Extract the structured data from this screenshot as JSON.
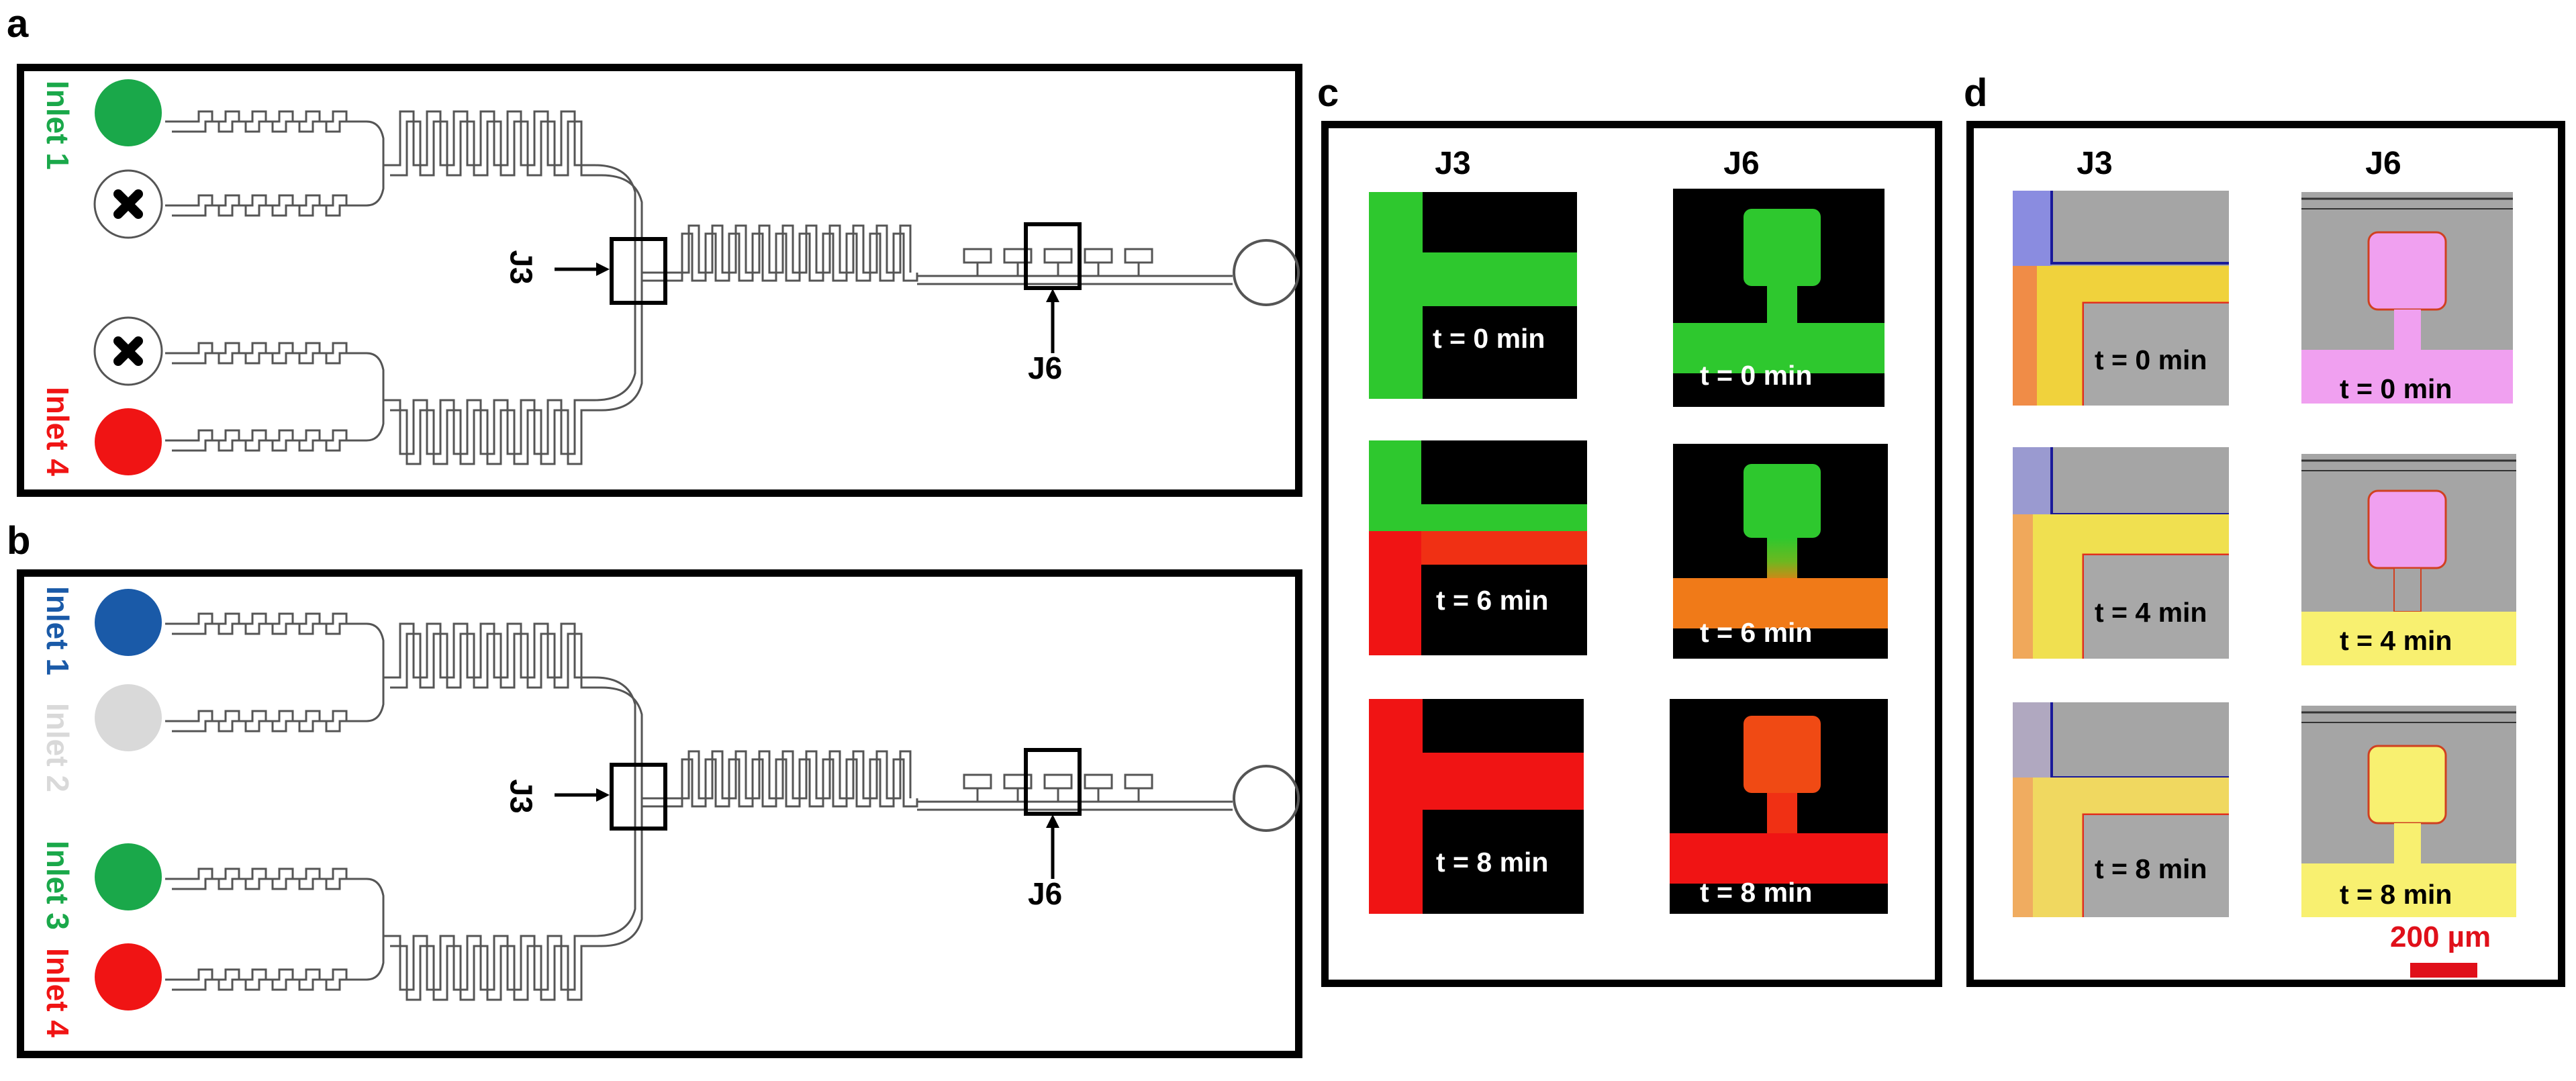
{
  "figure": {
    "panel_a": {
      "letter": "a",
      "inlets": [
        {
          "label": "Inlet 1",
          "color": "#1aa84a",
          "state": "green"
        },
        {
          "label": "",
          "color": "#ffffff",
          "state": "blocked"
        },
        {
          "label": "",
          "color": "#ffffff",
          "state": "blocked"
        },
        {
          "label": "Inlet 4",
          "color": "#f01414",
          "state": "red"
        }
      ],
      "junction_left": "J3",
      "junction_right": "J6"
    },
    "panel_b": {
      "letter": "b",
      "inlets": [
        {
          "label": "Inlet 1",
          "color": "#1a5aa8"
        },
        {
          "label": "Inlet 2",
          "color": "#d9d9d9"
        },
        {
          "label": "Inlet 3",
          "color": "#1aa84a"
        },
        {
          "label": "Inlet 4",
          "color": "#f01414"
        }
      ],
      "junction_left": "J3",
      "junction_right": "J6"
    },
    "panel_c": {
      "letter": "c",
      "col_left": "J3",
      "col_right": "J6",
      "rows": [
        {
          "j3_time": "t = 0 min",
          "j6_time": "t = 0 min"
        },
        {
          "j3_time": "t = 6 min",
          "j6_time": "t = 6 min"
        },
        {
          "j3_time": "t = 8 min",
          "j6_time": "t = 8 min"
        }
      ]
    },
    "panel_d": {
      "letter": "d",
      "col_left": "J3",
      "col_right": "J6",
      "rows": [
        {
          "j3_time": "t = 0 min",
          "j6_time": "t = 0 min"
        },
        {
          "j3_time": "t = 4 min",
          "j6_time": "t = 4 min"
        },
        {
          "j3_time": "t = 8 min",
          "j6_time": "t = 8 min"
        }
      ],
      "scale_bar": "200 µm",
      "scale_color": "#e0101a"
    }
  }
}
